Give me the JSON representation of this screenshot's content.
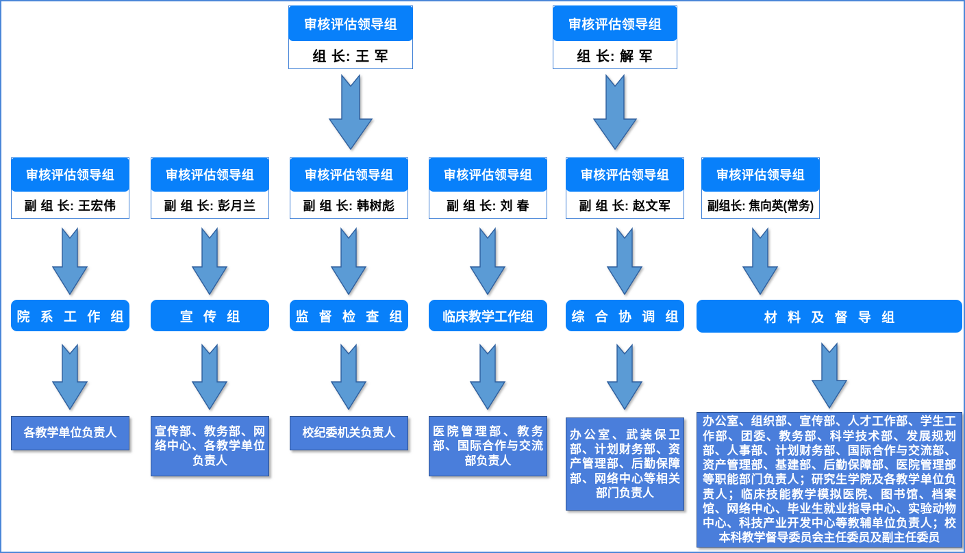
{
  "diagram": {
    "title_hidden": "",
    "colors": {
      "header_blue": "#0880fa",
      "group_blue": "#0880fa",
      "member_blue": "#4a7edb",
      "member_border": "#2c4f8c",
      "arrow_fill": "#5b9bd5",
      "arrow_stroke": "#2e5f9e",
      "page_border": "#4a86d8"
    },
    "top_leaders": [
      {
        "header": "审核评估领导组",
        "role": "组 长: 王  军"
      },
      {
        "header": "审核评估领导组",
        "role": "组 长: 解  军"
      }
    ],
    "deputy_leaders": [
      {
        "header": "审核评估领导组",
        "role": "副 组 长: 王宏伟"
      },
      {
        "header": "审核评估领导组",
        "role": "副 组 长: 彭月兰"
      },
      {
        "header": "审核评估领导组",
        "role": "副 组 长: 韩树彪"
      },
      {
        "header": "审核评估领导组",
        "role": "副 组 长: 刘 春"
      },
      {
        "header": "审核评估领导组",
        "role": "副 组 长: 赵文军"
      },
      {
        "header": "审核评估领导组",
        "role": "副组长: 焦向英(常务)"
      }
    ],
    "groups": [
      {
        "label": "院 系 工 作 组"
      },
      {
        "label": "宣 传 组"
      },
      {
        "label": "监 督 检 查 组"
      },
      {
        "label": "临床教学工作组"
      },
      {
        "label": "综 合 协 调 组"
      },
      {
        "label": "材 料 及 督 导 组"
      }
    ],
    "members": [
      {
        "text": "各教学单位负责人"
      },
      {
        "text": "宣传部、教务部、网络中心、各教学单位负责人"
      },
      {
        "text": "校纪委机关负责人"
      },
      {
        "text": "医院管理部、教务部、国际合作与交流部负责人"
      },
      {
        "text": "办公室、武装保卫部、计划财务部、资产管理部、后勤保障部、网络中心等相关部门负责人"
      },
      {
        "text": "办公室、组织部、宣传部、人才工作部、学生工作部、团委、教务部、科学技术部、发展规划部、人事部、计划财务部、国际合作与交流部、资产管理部、基建部、后勤保障部、医院管理部等职能部门负责人；研究生学院及各教学单位负责人；临床技能教学模拟医院、图书馆、档案馆、网络中心、毕业生就业指导中心、实验动物中心、科技产业开发中心等教辅单位负责人；校本科教学督导委员会主任委员及副主任委员"
      }
    ],
    "arrow_icon_name": "down-arrow-icon"
  }
}
